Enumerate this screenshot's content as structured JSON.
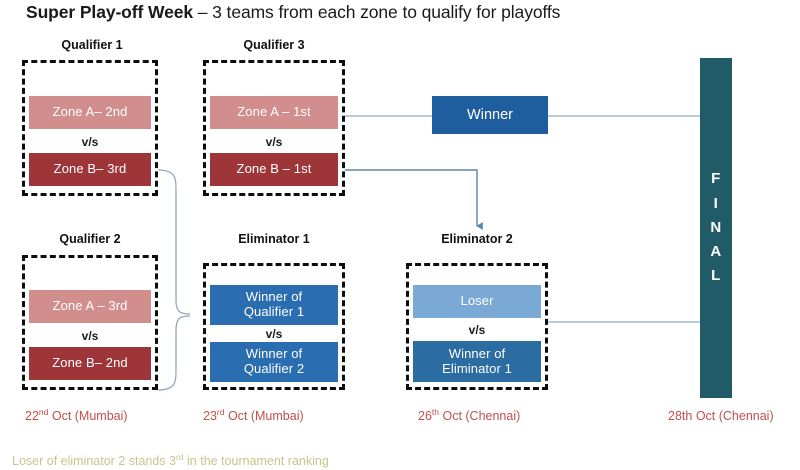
{
  "title": {
    "strong": "Super Play-off Week",
    "rest": " – 3 teams from each zone to qualify for playoffs"
  },
  "vs_label": "v/s",
  "groups": {
    "qualifier1": {
      "caption": "Qualifier 1",
      "top_team": "Zone A– 2nd",
      "bottom_team": "Zone B– 3rd"
    },
    "qualifier2": {
      "caption": "Qualifier 2",
      "top_team": "Zone A – 3rd",
      "bottom_team": "Zone B– 2nd"
    },
    "qualifier3": {
      "caption": "Qualifier 3",
      "top_team": "Zone A – 1st",
      "bottom_team": "Zone B – 1st"
    },
    "eliminator1": {
      "caption": "Eliminator 1",
      "top_team": "Winner of\nQualifier 1",
      "bottom_team": "Winner of\nQualifier 2"
    },
    "eliminator2": {
      "caption": "Eliminator 2",
      "top_team": "Loser",
      "bottom_team": "Winner of\nEliminator 1"
    }
  },
  "winner": {
    "label": "Winner"
  },
  "final": {
    "letters": [
      "F",
      "I",
      "N",
      "A",
      "L"
    ]
  },
  "dates": [
    {
      "day": "22",
      "ordinal": "nd",
      "rest": " Oct  (Mumbai)"
    },
    {
      "day": "23",
      "ordinal": "rd",
      "rest": " Oct  (Mumbai)"
    },
    {
      "day": "26",
      "ordinal": "th",
      "rest": " Oct  (Chennai)"
    },
    {
      "day": "28th",
      "ordinal": "",
      "rest": " Oct (Chennai)"
    }
  ],
  "footnote": {
    "before": "Loser of eliminator 2 stands 3",
    "ordinal": "rd",
    "after": " in the tournament ranking"
  },
  "colors": {
    "red_light": "#d28d8d",
    "red_dark": "#9e3639",
    "blue_mid": "#2a6db0",
    "blue_light": "#7ba9d6",
    "winner_blue": "#1f5e9e",
    "final_teal": "#225b68",
    "date_red": "#c0504d",
    "footnote_olive": "#c6c68c",
    "connector": "#93a9bd"
  }
}
